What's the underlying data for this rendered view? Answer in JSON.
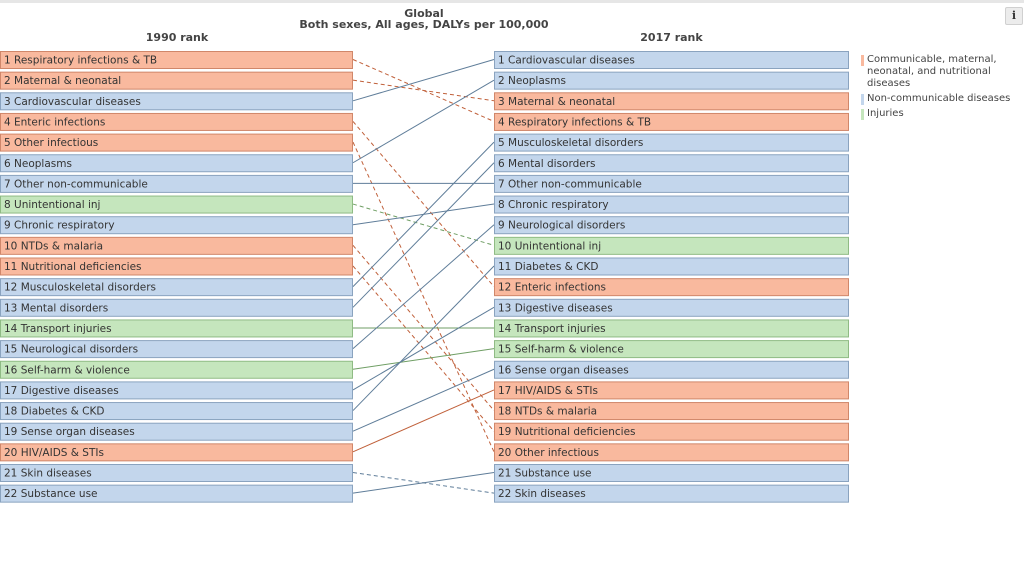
{
  "header": {
    "title": "Global",
    "subtitle": "Both sexes, All ages, DALYs per 100,000"
  },
  "info_button": {
    "label": "i",
    "icon": "info-icon"
  },
  "chart_data": {
    "type": "table",
    "left_heading": "1990 rank",
    "right_heading": "2017 rank",
    "colors": {
      "communicable": {
        "fill": "#f9b99e",
        "stroke": "#d0876a",
        "line": "#c0603a"
      },
      "ncd": {
        "fill": "#c3d6ec",
        "stroke": "#8aa3bf",
        "line": "#5f7d99"
      },
      "injuries": {
        "fill": "#c5e6bd",
        "stroke": "#8fbb84",
        "line": "#6f9e64"
      }
    },
    "legend": [
      {
        "category": "communicable",
        "label": "Communicable, maternal, neonatal, and nutritional diseases"
      },
      {
        "category": "ncd",
        "label": "Non-communicable diseases"
      },
      {
        "category": "injuries",
        "label": "Injuries"
      }
    ],
    "ranks_1990": [
      {
        "rank": 1,
        "label": "Respiratory infections & TB",
        "category": "communicable"
      },
      {
        "rank": 2,
        "label": "Maternal & neonatal",
        "category": "communicable"
      },
      {
        "rank": 3,
        "label": "Cardiovascular diseases",
        "category": "ncd"
      },
      {
        "rank": 4,
        "label": "Enteric infections",
        "category": "communicable"
      },
      {
        "rank": 5,
        "label": "Other infectious",
        "category": "communicable"
      },
      {
        "rank": 6,
        "label": "Neoplasms",
        "category": "ncd"
      },
      {
        "rank": 7,
        "label": "Other non-communicable",
        "category": "ncd"
      },
      {
        "rank": 8,
        "label": "Unintentional inj",
        "category": "injuries"
      },
      {
        "rank": 9,
        "label": "Chronic respiratory",
        "category": "ncd"
      },
      {
        "rank": 10,
        "label": "NTDs & malaria",
        "category": "communicable"
      },
      {
        "rank": 11,
        "label": "Nutritional deficiencies",
        "category": "communicable"
      },
      {
        "rank": 12,
        "label": "Musculoskeletal disorders",
        "category": "ncd"
      },
      {
        "rank": 13,
        "label": "Mental disorders",
        "category": "ncd"
      },
      {
        "rank": 14,
        "label": "Transport injuries",
        "category": "injuries"
      },
      {
        "rank": 15,
        "label": "Neurological disorders",
        "category": "ncd"
      },
      {
        "rank": 16,
        "label": "Self-harm & violence",
        "category": "injuries"
      },
      {
        "rank": 17,
        "label": "Digestive diseases",
        "category": "ncd"
      },
      {
        "rank": 18,
        "label": "Diabetes & CKD",
        "category": "ncd"
      },
      {
        "rank": 19,
        "label": "Sense organ diseases",
        "category": "ncd"
      },
      {
        "rank": 20,
        "label": "HIV/AIDS & STIs",
        "category": "communicable"
      },
      {
        "rank": 21,
        "label": "Skin diseases",
        "category": "ncd"
      },
      {
        "rank": 22,
        "label": "Substance use",
        "category": "ncd"
      }
    ],
    "ranks_2017": [
      {
        "rank": 1,
        "label": "Cardiovascular diseases",
        "category": "ncd"
      },
      {
        "rank": 2,
        "label": "Neoplasms",
        "category": "ncd"
      },
      {
        "rank": 3,
        "label": "Maternal & neonatal",
        "category": "communicable"
      },
      {
        "rank": 4,
        "label": "Respiratory infections & TB",
        "category": "communicable"
      },
      {
        "rank": 5,
        "label": "Musculoskeletal disorders",
        "category": "ncd"
      },
      {
        "rank": 6,
        "label": "Mental disorders",
        "category": "ncd"
      },
      {
        "rank": 7,
        "label": "Other non-communicable",
        "category": "ncd"
      },
      {
        "rank": 8,
        "label": "Chronic respiratory",
        "category": "ncd"
      },
      {
        "rank": 9,
        "label": "Neurological disorders",
        "category": "ncd"
      },
      {
        "rank": 10,
        "label": "Unintentional inj",
        "category": "injuries"
      },
      {
        "rank": 11,
        "label": "Diabetes & CKD",
        "category": "ncd"
      },
      {
        "rank": 12,
        "label": "Enteric infections",
        "category": "communicable"
      },
      {
        "rank": 13,
        "label": "Digestive diseases",
        "category": "ncd"
      },
      {
        "rank": 14,
        "label": "Transport injuries",
        "category": "injuries"
      },
      {
        "rank": 15,
        "label": "Self-harm & violence",
        "category": "injuries"
      },
      {
        "rank": 16,
        "label": "Sense organ diseases",
        "category": "ncd"
      },
      {
        "rank": 17,
        "label": "HIV/AIDS & STIs",
        "category": "communicable"
      },
      {
        "rank": 18,
        "label": "NTDs & malaria",
        "category": "communicable"
      },
      {
        "rank": 19,
        "label": "Nutritional deficiencies",
        "category": "communicable"
      },
      {
        "rank": 20,
        "label": "Other infectious",
        "category": "communicable"
      },
      {
        "rank": 21,
        "label": "Substance use",
        "category": "ncd"
      },
      {
        "rank": 22,
        "label": "Skin diseases",
        "category": "ncd"
      }
    ]
  }
}
